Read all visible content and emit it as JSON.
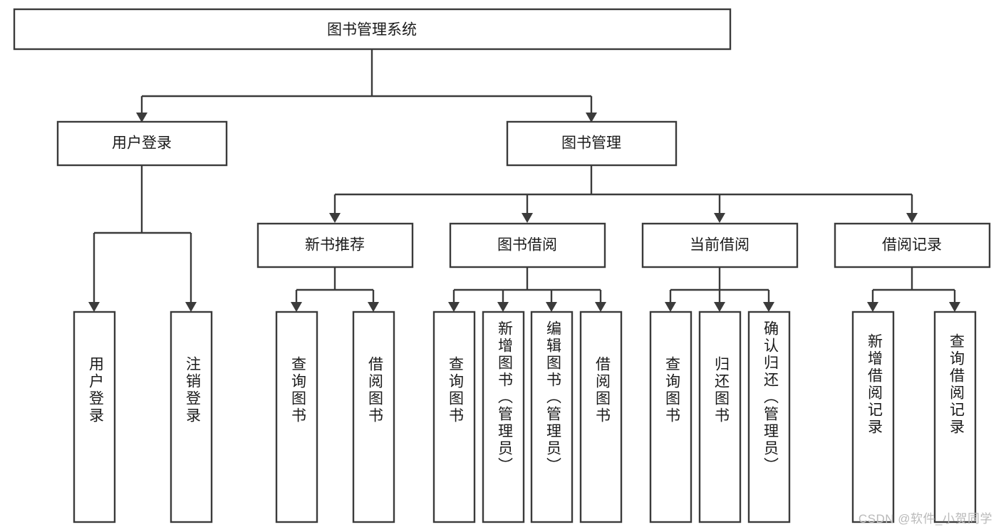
{
  "diagram": {
    "type": "tree",
    "title": "图书管理系统",
    "watermark": "CSDN @软件_小贺同学",
    "root": {
      "id": "root",
      "label": "图书管理系统"
    },
    "level2": [
      {
        "id": "user-login",
        "label": "用户登录"
      },
      {
        "id": "book-manage",
        "label": "图书管理"
      }
    ],
    "level3": [
      {
        "id": "new-book-recommend",
        "label": "新书推荐",
        "parent": "book-manage"
      },
      {
        "id": "book-borrow",
        "label": "图书借阅",
        "parent": "book-manage"
      },
      {
        "id": "current-borrow",
        "label": "当前借阅",
        "parent": "book-manage"
      },
      {
        "id": "borrow-record",
        "label": "借阅记录",
        "parent": "book-manage"
      }
    ],
    "leaves": [
      {
        "id": "leaf-user-login",
        "label": "用户登录",
        "parent": "user-login"
      },
      {
        "id": "leaf-user-logout",
        "label": "注销登录",
        "parent": "user-login"
      },
      {
        "id": "leaf-query-book-1",
        "label": "查询图书",
        "parent": "new-book-recommend"
      },
      {
        "id": "leaf-borrow-book-1",
        "label": "借阅图书",
        "parent": "new-book-recommend"
      },
      {
        "id": "leaf-query-book-2",
        "label": "查询图书",
        "parent": "book-borrow"
      },
      {
        "id": "leaf-add-book",
        "label": "新增图书（管理员）",
        "parent": "book-borrow"
      },
      {
        "id": "leaf-edit-book",
        "label": "编辑图书（管理员）",
        "parent": "book-borrow"
      },
      {
        "id": "leaf-borrow-book-2",
        "label": "借阅图书",
        "parent": "book-borrow"
      },
      {
        "id": "leaf-query-book-3",
        "label": "查询图书",
        "parent": "current-borrow"
      },
      {
        "id": "leaf-return-book",
        "label": "归还图书",
        "parent": "current-borrow"
      },
      {
        "id": "leaf-confirm-return",
        "label": "确认归还（管理员）",
        "parent": "current-borrow"
      },
      {
        "id": "leaf-add-record",
        "label": "新增借阅记录",
        "parent": "borrow-record"
      },
      {
        "id": "leaf-query-record",
        "label": "查询借阅记录",
        "parent": "borrow-record"
      }
    ],
    "colors": {
      "stroke": "#3b3b3b",
      "fill": "#ffffff",
      "text": "#1a1a1a",
      "watermark": "#b9b9b9"
    }
  }
}
